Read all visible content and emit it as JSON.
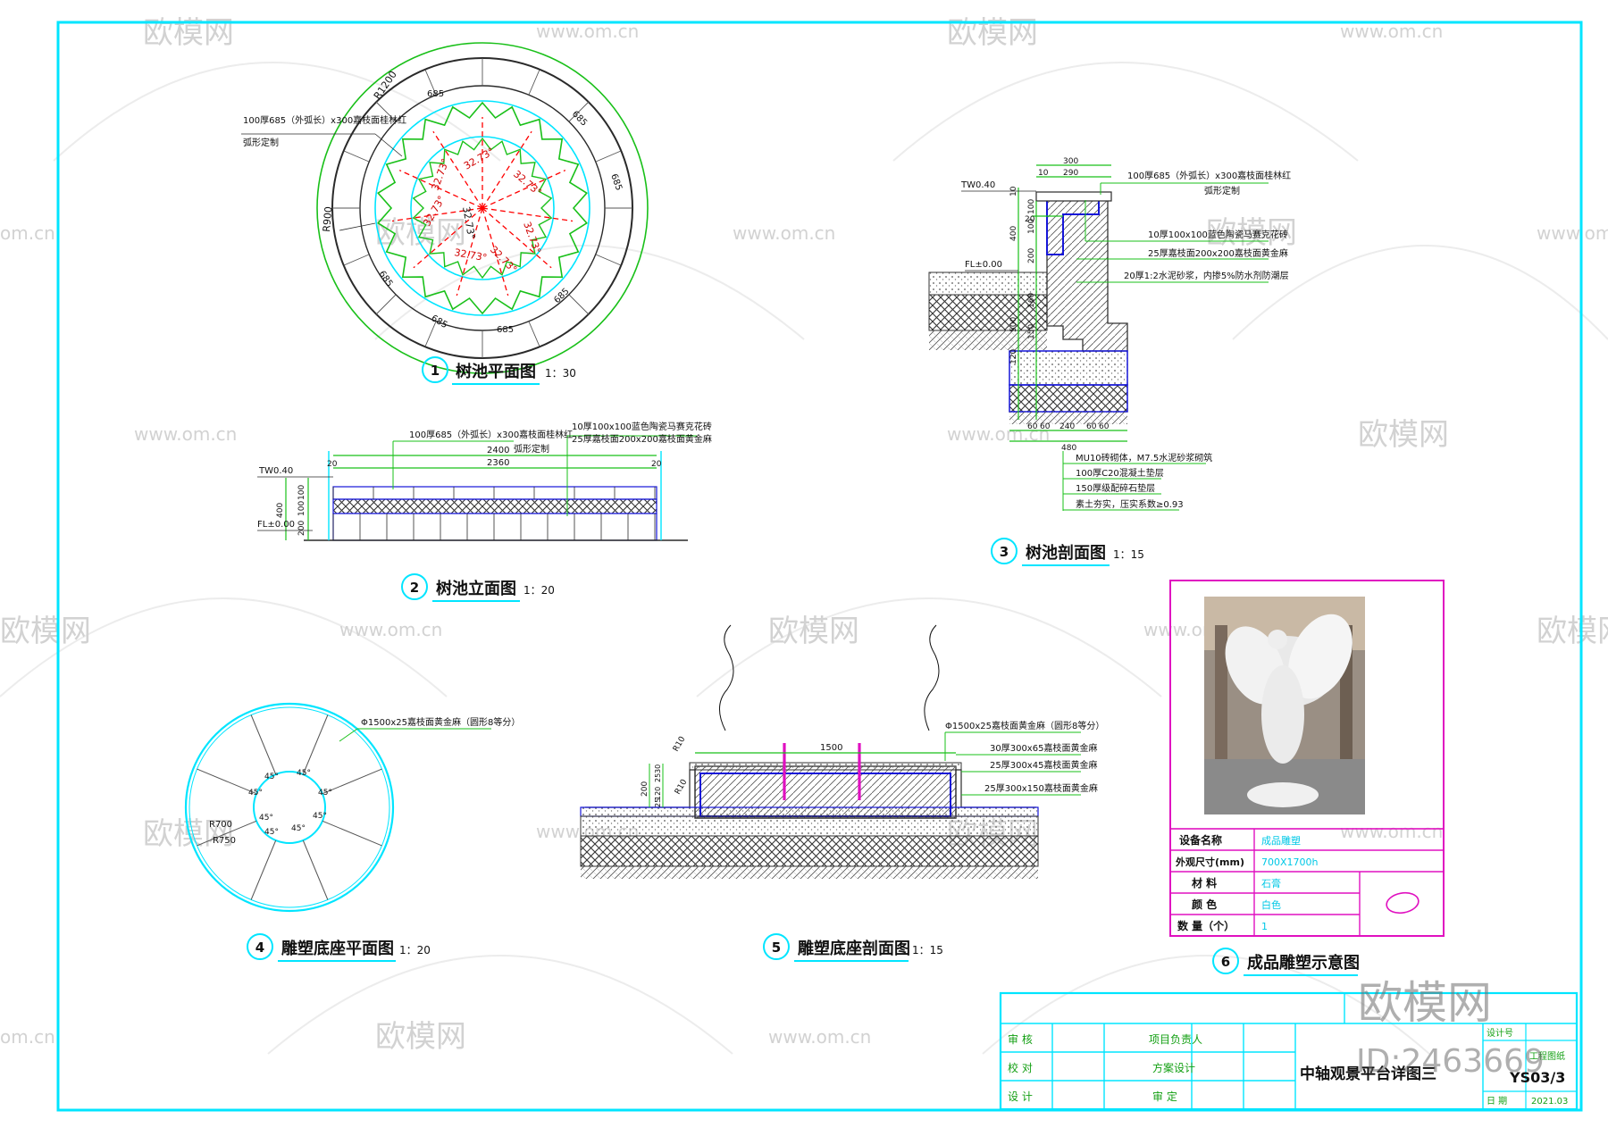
{
  "watermarks": {
    "brand": "欧模网",
    "url": "www.om.cn",
    "url_short": "om.cn",
    "corner_logo": "欧模网",
    "corner_id": "ID:2463669"
  },
  "view1": {
    "num": "1",
    "title": "树池平面图",
    "scale": "1：30",
    "note1": "100厚685（外弧长）x300嘉枝面桂林红",
    "note2": "弧形定制",
    "dim_r1200": "R1200",
    "dim_r900": "R900",
    "dim_685": "685",
    "angle": "32.73°"
  },
  "view2": {
    "num": "2",
    "title": "树池立面图",
    "scale": "1：20",
    "note1": "100厚685（外弧长）x300嘉枝面桂林红",
    "note2": "弧形定制",
    "note3": "10厚100x100蓝色陶瓷马赛克花砖",
    "note4": "25厚嘉枝面200x200嘉枝面黄金麻",
    "tw": "TW0.40",
    "fl": "FL±0.00",
    "d2400": "2400",
    "d2360": "2360",
    "d20": "20",
    "d100a": "100",
    "d100b": "100",
    "d400": "400",
    "d200": "200"
  },
  "view3": {
    "num": "3",
    "title": "树池剖面图",
    "scale": "1：15",
    "tw": "TW0.40",
    "fl": "FL±0.00",
    "note1": "100厚685（外弧长）x300嘉枝面桂林红",
    "note2": "弧形定制",
    "note3": "10厚100x100蓝色陶瓷马赛克花砖",
    "note4": "25厚嘉枝面200x200嘉枝面黄金麻",
    "note5": "20厚1:2水泥砂浆，内掺5%防水剂防潮层",
    "b1": "MU10砖砌体，M7.5水泥砂浆砌筑",
    "b2": "100厚C20混凝土垫层",
    "b3": "150厚级配碎石垫层",
    "b4": "素土夯实，压实系数≥0.93",
    "d300": "300",
    "d290": "290",
    "d10": "10",
    "d20": "20",
    "d100": "100",
    "d200": "200",
    "d400": "400",
    "d160": "160",
    "d500": "500",
    "d150": "150",
    "d120": "120",
    "d60": "60",
    "d240": "240",
    "d480": "480"
  },
  "view4": {
    "num": "4",
    "title": "雕塑底座平面图",
    "scale": "1：20",
    "note": "Φ1500x25嘉枝面黄金麻（圆形8等分）",
    "angle": "45°",
    "r700": "R700",
    "r750": "R750"
  },
  "view5": {
    "num": "5",
    "title": "雕塑底座剖面图",
    "scale": "1：15",
    "note1": "Φ1500x25嘉枝面黄金麻（圆形8等分）",
    "note2": "30厚300x65嘉枝面黄金麻",
    "note3": "25厚300x45嘉枝面黄金麻",
    "note4": "25厚300x150嘉枝面黄金麻",
    "d1500": "1500",
    "r10a": "R10",
    "r10b": "R10",
    "d30": "30",
    "d25": "25",
    "d120": "120",
    "d200": "200",
    "d25b": "25"
  },
  "view6": {
    "num": "6",
    "title": "成品雕塑示意图",
    "rows": [
      {
        "label": "设备名称",
        "value": "成品雕塑"
      },
      {
        "label": "外观尺寸(mm)",
        "value": "700X1700h"
      },
      {
        "label": "材  料",
        "value": "石膏"
      },
      {
        "label": "颜  色",
        "value": "白色"
      },
      {
        "label": "数  量（个）",
        "value": "1"
      }
    ]
  },
  "title_block": {
    "review": "审  核",
    "check": "校  对",
    "design": "设  计",
    "project_lead": "项目负责人",
    "scheme": "方案设计",
    "approve": "审  定",
    "drawing_title": "中轴观景平台详图三",
    "drawing_no": "YS03/3",
    "design_no_label": "设计号",
    "date_label": "日  期",
    "date": "2021.03",
    "stamp": "工程图纸"
  },
  "colors": {
    "frame": "#00e5ff",
    "dimension": "#19c019",
    "radial": "#ff0000",
    "structure": "#1515d8",
    "table": "#e010c0"
  }
}
